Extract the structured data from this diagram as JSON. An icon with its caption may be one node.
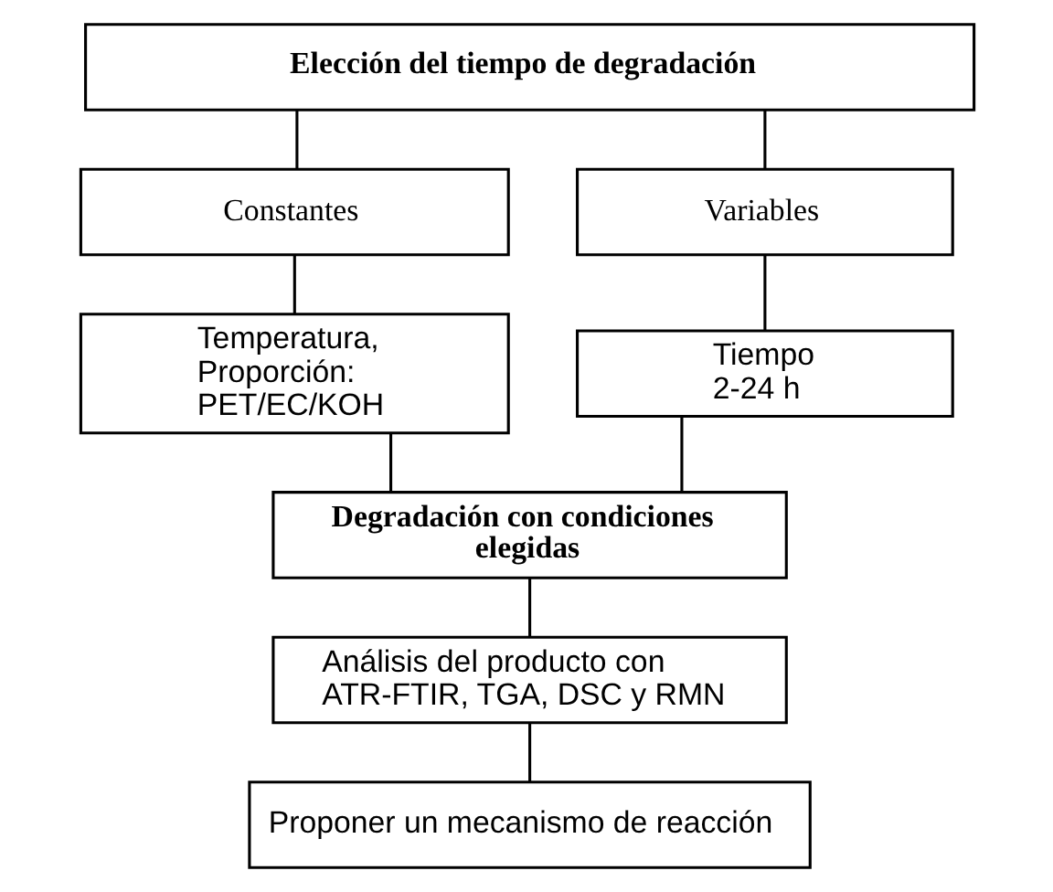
{
  "diagram": {
    "nodes": [
      {
        "text": [
          "Elección del tiempo de degradación"
        ]
      },
      {
        "text": [
          "Constantes"
        ]
      },
      {
        "text": [
          "Variables"
        ]
      },
      {
        "text": [
          "Temperatura, Proporción: PET/EC/KOH"
        ]
      },
      {
        "text": [
          "Tiempo 2-24 h"
        ]
      },
      {
        "text": [
          "Degradación con condiciones elegidas"
        ]
      },
      {
        "text": [
          "Análisis del producto con ATR-FTIR, TGA, DSC y RMN"
        ]
      },
      {
        "text": [
          "Proponer un mecanismo de reacción"
        ]
      }
    ],
    "edges": [
      {
        "from": 0,
        "to": 1,
        "arrow": "none"
      },
      {
        "from": 0,
        "to": 2,
        "arrow": "none"
      },
      {
        "from": 1,
        "to": 3,
        "arrow": "none"
      },
      {
        "from": 2,
        "to": 4,
        "arrow": "none"
      },
      {
        "from": 3,
        "to": 5,
        "arrow": "none"
      },
      {
        "from": 4,
        "to": 5,
        "arrow": "none"
      },
      {
        "from": 5,
        "to": 6,
        "arrow": "none"
      },
      {
        "from": 6,
        "to": 7,
        "arrow": "none"
      }
    ]
  }
}
